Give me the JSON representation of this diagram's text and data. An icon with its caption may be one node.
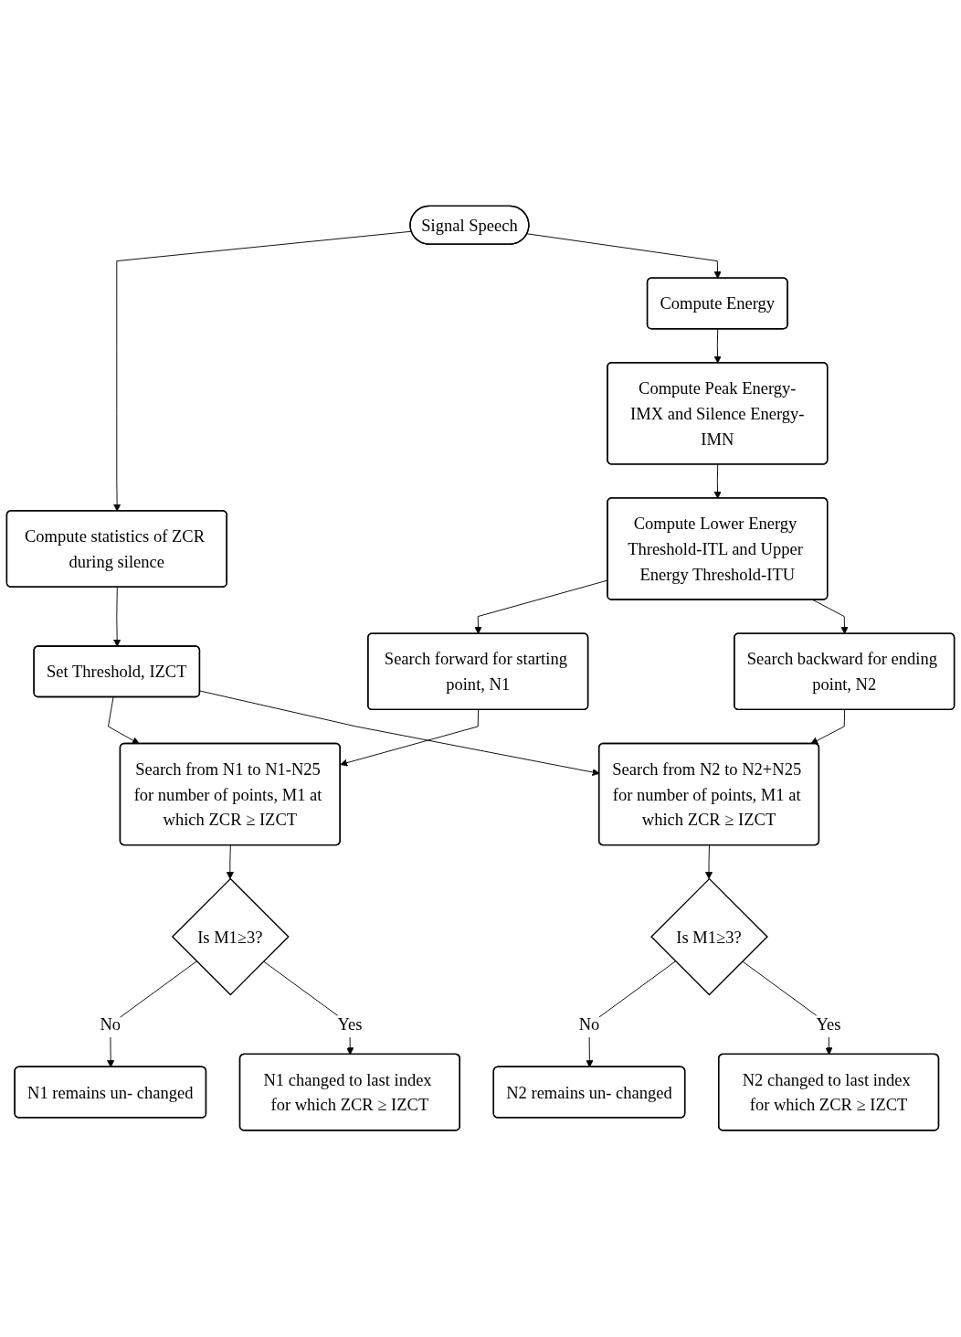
{
  "diagram": {
    "nodes": [
      {
        "text": [
          "Signal Speech"
        ]
      },
      {
        "text": [
          "Compute statistics of ZCR during silence"
        ]
      },
      {
        "text": [
          "Set Threshold, IZCT"
        ]
      },
      {
        "text": [
          "Compute Energy"
        ]
      },
      {
        "text": [
          "Compute Peak Energy-IMX and Silence Energy-IMN"
        ]
      },
      {
        "text": [
          "Compute Lower Energy Threshold-ITL and Upper Energy Threshold-ITU"
        ]
      },
      {
        "text": [
          "Search forward for starting point, N1"
        ]
      },
      {
        "text": [
          "Search backward for ending point, N2"
        ]
      },
      {
        "text": [
          "Search from N1 to N1-N25 for number of points, M1 at which ZCR ≥ IZCT"
        ]
      },
      {
        "text": [
          "Search from N2 to N2+N25 for number of points, M1 at which ZCR ≥ IZCT"
        ]
      },
      {
        "text": [
          "Is M1≥3?"
        ]
      },
      {
        "text": [
          "N1 remains un- changed"
        ]
      },
      {
        "text": [
          "N1 changed to last index for which ZCR ≥ IZCT"
        ]
      },
      {
        "text": [
          "Is M1≥3?"
        ]
      },
      {
        "text": [
          "N2 remains un- changed"
        ]
      },
      {
        "text": [
          "N2 changed to last index for which ZCR ≥ IZCT"
        ]
      }
    ],
    "edges": [
      {
        "from": 0,
        "to": 1,
        "arrow": "to"
      },
      {
        "from": 0,
        "to": 3,
        "arrow": "to"
      },
      {
        "from": 1,
        "to": 2,
        "arrow": "to"
      },
      {
        "from": 3,
        "to": 4,
        "arrow": "to"
      },
      {
        "from": 4,
        "to": 5,
        "arrow": "to"
      },
      {
        "from": 5,
        "to": 6,
        "arrow": "to"
      },
      {
        "from": 5,
        "to": 7,
        "arrow": "to"
      },
      {
        "from": 6,
        "to": 8,
        "arrow": "to"
      },
      {
        "from": 7,
        "to": 9,
        "arrow": "to"
      },
      {
        "from": 2,
        "to": 8,
        "arrow": "to"
      },
      {
        "from": 2,
        "to": 9,
        "arrow": "to"
      },
      {
        "from": 8,
        "to": 10,
        "arrow": "to"
      },
      {
        "from": 9,
        "to": 13,
        "arrow": "to"
      },
      {
        "from": 10,
        "to": 11,
        "label": "No",
        "arrow": "to"
      },
      {
        "from": 10,
        "to": 12,
        "label": "Yes",
        "arrow": "to"
      },
      {
        "from": 13,
        "to": 14,
        "label": "No",
        "arrow": "to"
      },
      {
        "from": 13,
        "to": 15,
        "label": "Yes",
        "arrow": "to"
      }
    ]
  }
}
